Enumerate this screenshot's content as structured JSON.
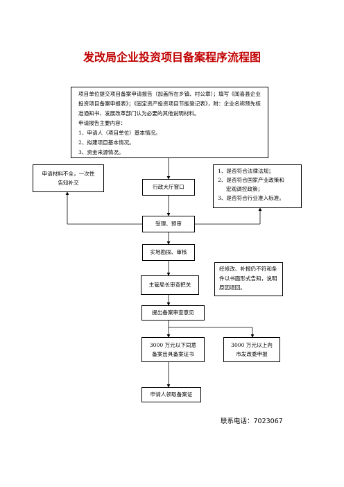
{
  "title": "发改局企业投资项目备案程序流程图",
  "submit": {
    "text": "项目单位提交项目备案申请报告（加盖所在乡镇、村公章）；填写《闻喜县企业投资项目备案申报表》；《固定资产投资项目节能登记表》，附：企业名称预先核准通知书、发展改革部门认为必要的其他说明材料。",
    "report_heading": "申请报告主要内容：",
    "items": [
      "1、申请人（项目单位）基本情况。",
      "2、拟建项目基本情况。",
      "3、资金来源情况。"
    ]
  },
  "incomplete": {
    "line1": "申请材料不全，一次性",
    "line2": "告知补交"
  },
  "window": "行政大厅窗口",
  "criteria": [
    "1、是否符合法律法规；",
    "2、是否符合国家产业政策和",
    "宏观调控政策；",
    "3、是否符合行业准入标准。"
  ],
  "accept": "受理、预审",
  "survey": "实地勘探、审核",
  "review": "主管局长审查把关",
  "reject": "经修改、补报仍不符和条件以书面形式告知，说明原因退回。",
  "opinion": "提出备案审查意见",
  "below": {
    "line1": "3000 万元以下同意",
    "line2": "备案出具备案证书"
  },
  "above": {
    "line1": "3000 万元以上向",
    "line2": "市发改委申报"
  },
  "collect": "申请人领取备案证",
  "phone": "联系电话：7023067"
}
